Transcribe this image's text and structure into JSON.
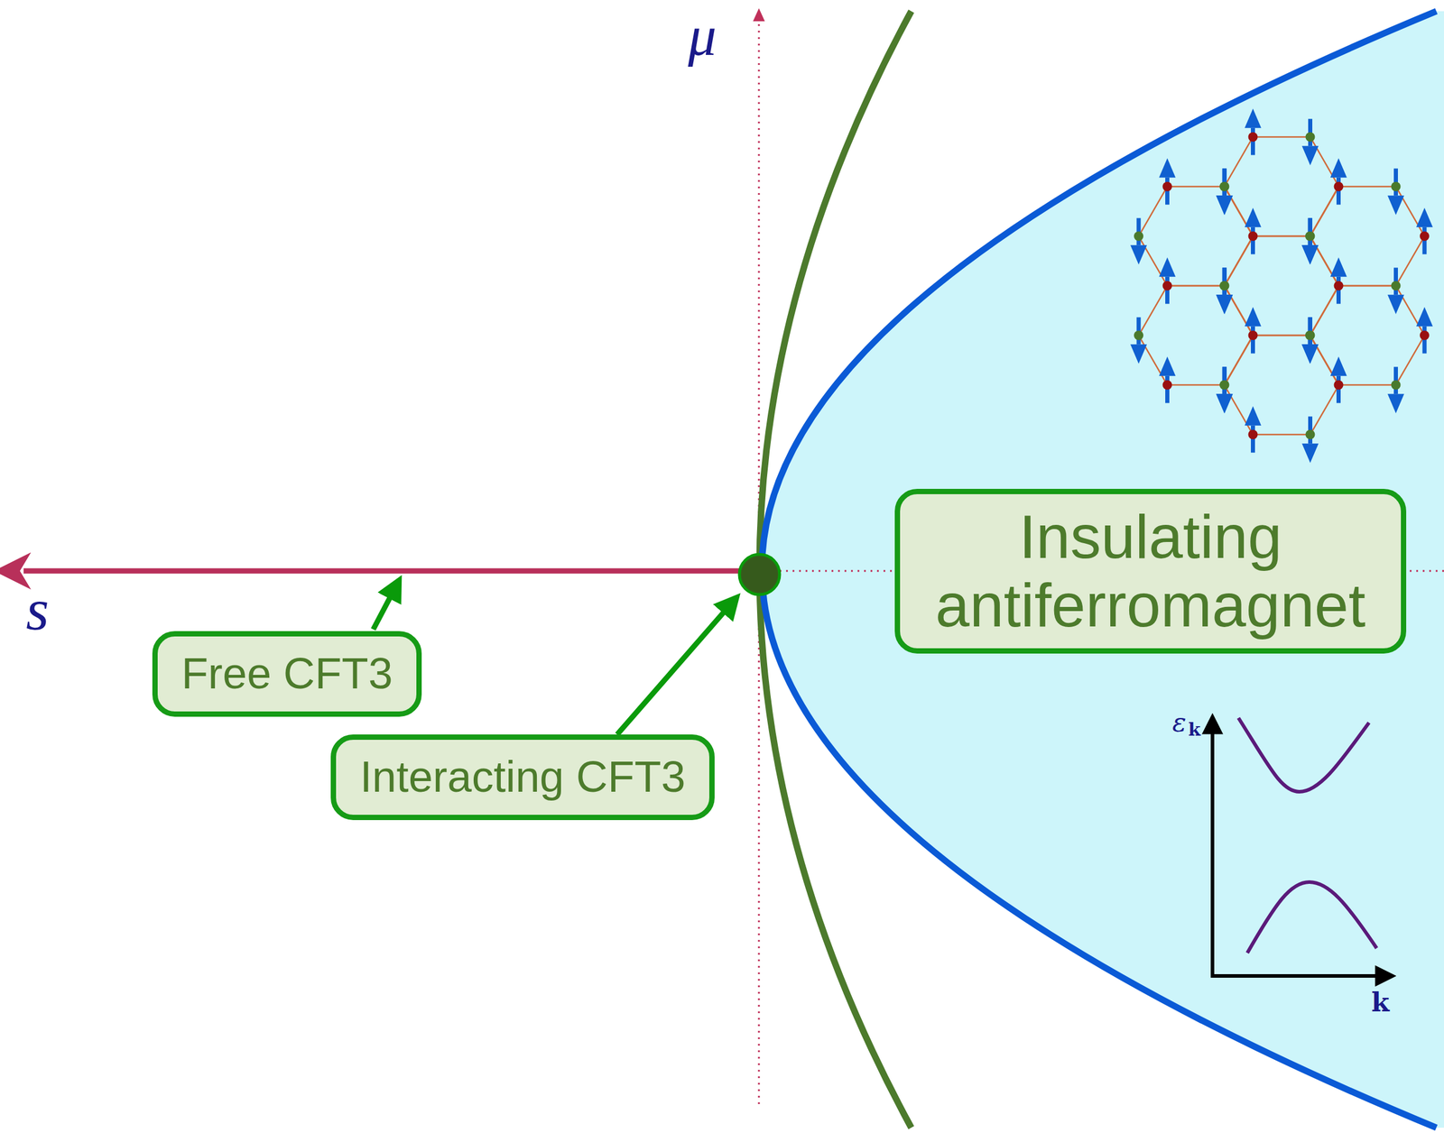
{
  "diagram": {
    "nodes": [
      {
        "text": [
          "Insulating antiferromagnet"
        ]
      },
      {
        "text": [
          "Free CFT3"
        ]
      },
      {
        "text": [
          "Interacting CFT3"
        ]
      }
    ],
    "labels": [
      "μ",
      "s",
      "ε",
      "k",
      "k"
    ]
  }
}
